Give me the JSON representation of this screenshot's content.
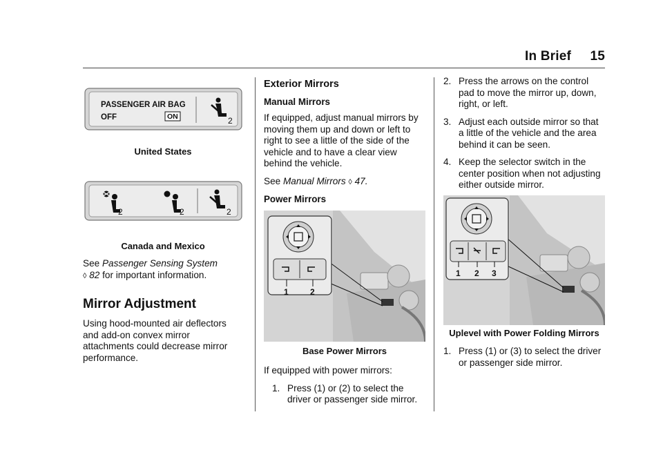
{
  "header": {
    "section": "In Brief",
    "page": "15"
  },
  "col1": {
    "panel1": {
      "line1": "PASSENGER AIR BAG",
      "line2": "OFF",
      "on_label": "ON",
      "seat_num": "2"
    },
    "caption1": "United States",
    "panel2": {
      "seat_num": "2"
    },
    "caption2": "Canada and Mexico",
    "see_prefix": "See",
    "see_ref": "Passenger Sensing System",
    "see_page": "82",
    "see_suffix": "for important information.",
    "heading": "Mirror Adjustment",
    "body": "Using hood-mounted air deflectors and add-on convex mirror attachments could decrease mirror performance."
  },
  "col2": {
    "heading": "Exterior Mirrors",
    "manual_title": "Manual Mirrors",
    "manual_body": "If equipped, adjust manual mirrors by moving them up and down or left to right to see a little of the side of the vehicle and to have a clear view behind the vehicle.",
    "see_prefix": "See",
    "see_ref": "Manual Mirrors",
    "see_page": "47",
    "power_title": "Power Mirrors",
    "figure_labels": [
      "1",
      "2"
    ],
    "caption": "Base Power Mirrors",
    "power_body": "If equipped with power mirrors:",
    "step1_num": "1.",
    "step1_text": "Press (1) or (2) to select the driver or passenger side mirror."
  },
  "col3": {
    "steps_top": [
      {
        "num": "2.",
        "text": "Press the arrows on the control pad to move the mirror up, down, right, or left."
      },
      {
        "num": "3.",
        "text": "Adjust each outside mirror so that a little of the vehicle and the area behind it can be seen."
      },
      {
        "num": "4.",
        "text": "Keep the selector switch in the center position when not adjusting either outside mirror."
      }
    ],
    "figure_labels": [
      "1",
      "2",
      "3"
    ],
    "caption": "Uplevel with Power Folding Mirrors",
    "step1_num": "1.",
    "step1_text": "Press (1) or (3) to select the driver or passenger side mirror."
  },
  "colors": {
    "text": "#111111",
    "rule": "#444444",
    "panel_bg": "#e2e2e2",
    "photo_bg": "#d4d4d4"
  },
  "icons": [
    "seat-belt-passenger-icon",
    "airbag-off-icon",
    "airbag-on-icon",
    "mirror-control-pad-icon",
    "mirror-select-switch-icon",
    "mirror-fold-switch-icon",
    "page-ref-arrow-icon"
  ]
}
